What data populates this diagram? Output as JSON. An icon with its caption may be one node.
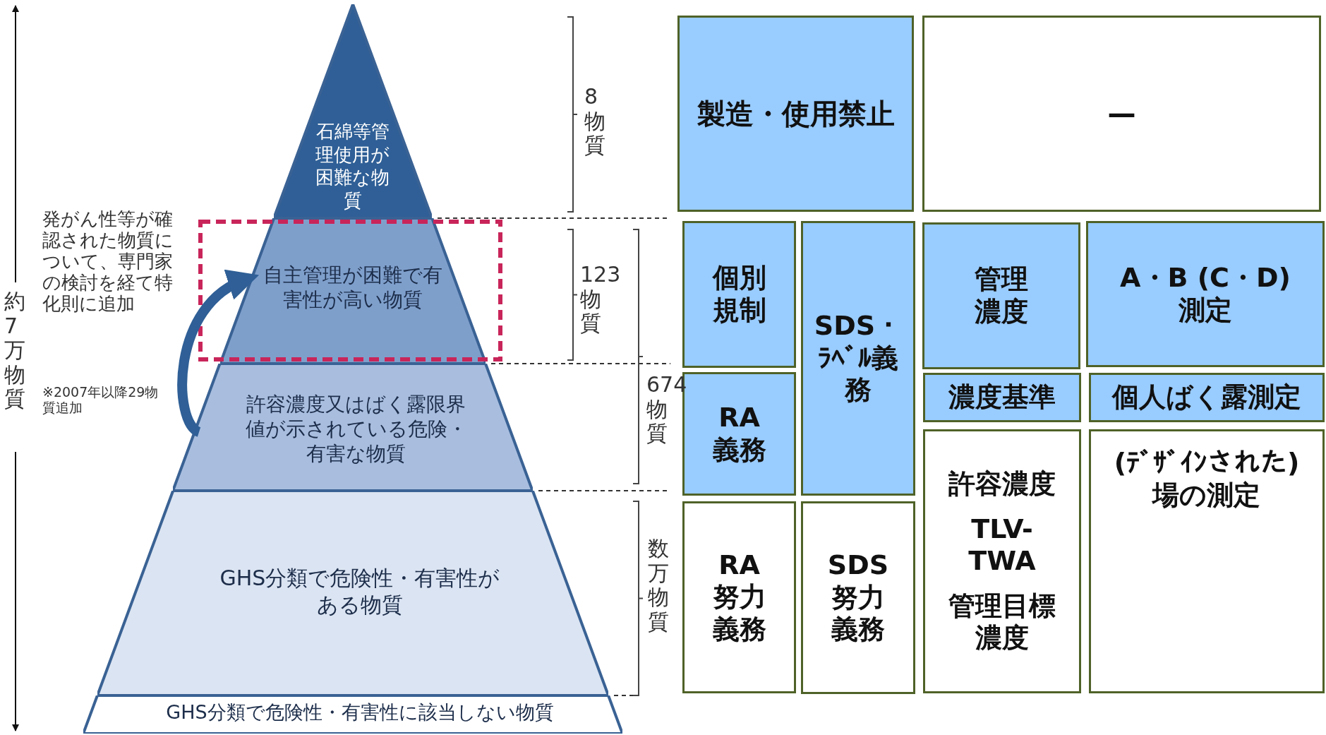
{
  "diagram": {
    "nodes": [
      {
        "text": [
          "石綿等管理使用が困難な物質"
        ]
      },
      {
        "text": [
          "自主管理が困難で有害性が高い物質"
        ]
      },
      {
        "text": [
          "許容濃度又はばく露限界値が示されている危険・有害な物質"
        ]
      },
      {
        "text": [
          "GHS分類で危険性・有害性がある物質"
        ]
      },
      {
        "text": [
          "GHS分類で危険性・有害性に該当しない物質"
        ]
      },
      {
        "text": [
          "製造・使用禁止"
        ]
      },
      {
        "text": [
          "—"
        ]
      },
      {
        "text": [
          "個別規制"
        ]
      },
      {
        "text": [
          "SDS・ﾗﾍﾞﾙ義務"
        ]
      },
      {
        "text": [
          "管理濃度"
        ]
      },
      {
        "text": [
          "A・B (C・D)測定"
        ]
      },
      {
        "text": [
          "RA義務"
        ]
      },
      {
        "text": [
          "濃度基準"
        ]
      },
      {
        "text": [
          "個人ばく露測定"
        ]
      },
      {
        "text": [
          "RA努力義務"
        ]
      },
      {
        "text": [
          "SDS努力義務"
        ]
      },
      {
        "text": [
          "許容濃度",
          "TLV-TWA",
          "管理目標濃度"
        ]
      },
      {
        "text": [
          "(ﾃﾞｻﾞｲﾝされた)場の測定"
        ]
      }
    ],
    "edges": [
      {
        "from": 2,
        "to": 1,
        "arrow": "to"
      }
    ],
    "labels": [
      "8物質",
      "発がん性等が確認された物質について、専門家の検討を経て特化則に追加",
      "123物質",
      "674物質",
      "約7万物質",
      "※2007年以降29物質追加",
      "数万物質"
    ]
  }
}
